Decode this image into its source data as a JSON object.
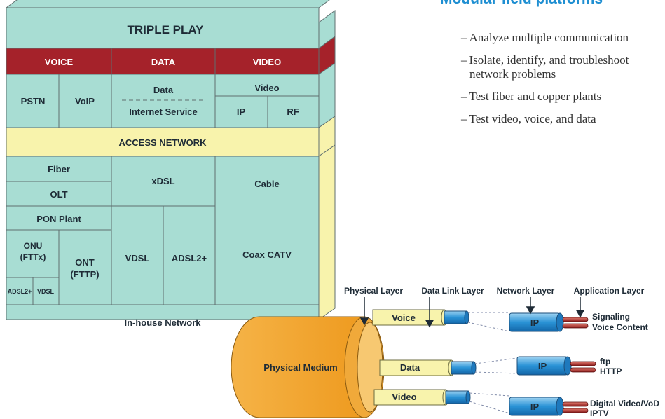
{
  "stack": {
    "title": "TRIPLE PLAY",
    "services": {
      "voice": "VOICE",
      "data": "DATA",
      "video": "VIDEO"
    },
    "sublayer": {
      "pstn": "PSTN",
      "voip": "VoIP",
      "data": "Data",
      "internet_service": "Internet Service",
      "video": "Video",
      "ip": "IP",
      "rf": "RF"
    },
    "access_network": "ACCESS NETWORK",
    "fiber": "Fiber",
    "olt": "OLT",
    "pon_plant": "PON Plant",
    "onu_line1": "ONU",
    "onu_line2": "(FTTx)",
    "ont_line1": "ONT",
    "ont_line2": "(FTTP)",
    "adsl2_small": "ADSL2+",
    "vdsl_small": "VDSL",
    "xdsl": "xDSL",
    "vdsl": "VDSL",
    "adsl2": "ADSL2+",
    "cable": "Cable",
    "coax": "Coax CATV",
    "inhouse": "In-house Network"
  },
  "colors": {
    "teal": "#a8ddd3",
    "red": "#a5222a",
    "yellow": "#f8f3ac",
    "orange": "#f2a22a",
    "blue": "#1f8fd2"
  },
  "cable": {
    "layers": {
      "physical": "Physical Layer",
      "datalink": "Data Link Layer",
      "network": "Network Layer",
      "application": "Application Layer"
    },
    "medium": "Physical Medium",
    "wires": [
      {
        "name": "Voice",
        "ip": "IP",
        "app1": "Signaling",
        "app2": "Voice Content"
      },
      {
        "name": "Data",
        "ip": "IP",
        "app1": "ftp",
        "app2": "HTTP"
      },
      {
        "name": "Video",
        "ip": "IP",
        "app1": "Digital Video/VoD",
        "app2": "IPTV"
      }
    ]
  },
  "right_panel": {
    "title": "Modular field platforms",
    "bullets": [
      [
        "Analyze multiple communication"
      ],
      [
        "Isolate, identify, and troubleshoot",
        "network problems"
      ],
      [
        "Test fiber and copper plants"
      ],
      [
        "Test video, voice, and data"
      ]
    ]
  }
}
